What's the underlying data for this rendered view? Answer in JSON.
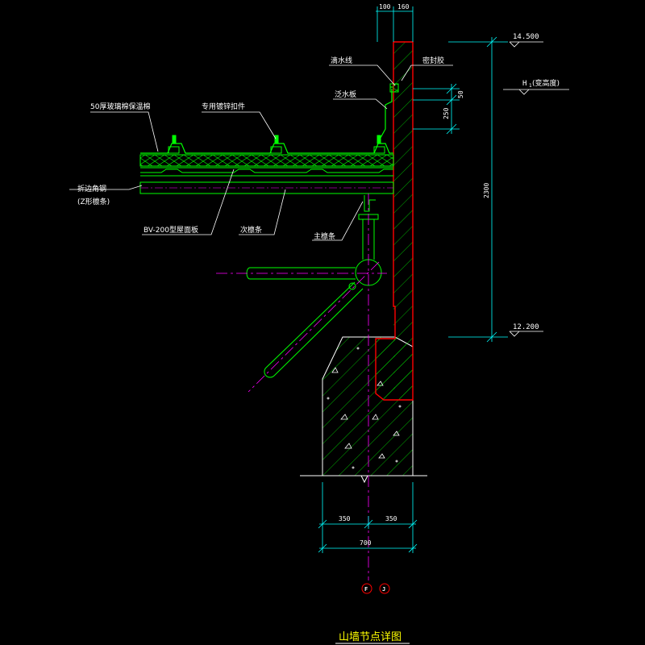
{
  "drawing": {
    "title": "山墙节点详图",
    "colors": {
      "background": "#000000",
      "structure_green": "#00ff00",
      "wall_red": "#ff0000",
      "centerline_magenta": "#ff00ff",
      "dimension_cyan": "#00ffff",
      "leader_white": "#ffffff",
      "title_yellow": "#ffff00"
    }
  },
  "labels": {
    "insulation": "50厚玻璃棉保温棉",
    "clip": "专用镀锌扣件",
    "gutter": "滴水线",
    "sealant": "密封胶",
    "flashing": "泛水板",
    "edge_angle": "折边角钢",
    "z_purlin": "(Z形檩条)",
    "roof_panel": "BV-200型屋面板",
    "secondary_purlin": "次檩条",
    "main_purlin": "主檩条"
  },
  "levels": {
    "top": "14.500",
    "bottom": "12.200",
    "h1": "H",
    "h1_sub": "1",
    "h1_note": "(变高度)"
  },
  "dimensions": {
    "top_left": "100",
    "top_right": "160",
    "d50": "50",
    "d250": "250",
    "d2300": "2300",
    "left_half": "350",
    "right_half": "350",
    "total": "700"
  },
  "axes": {
    "left": "F",
    "right": "J"
  }
}
